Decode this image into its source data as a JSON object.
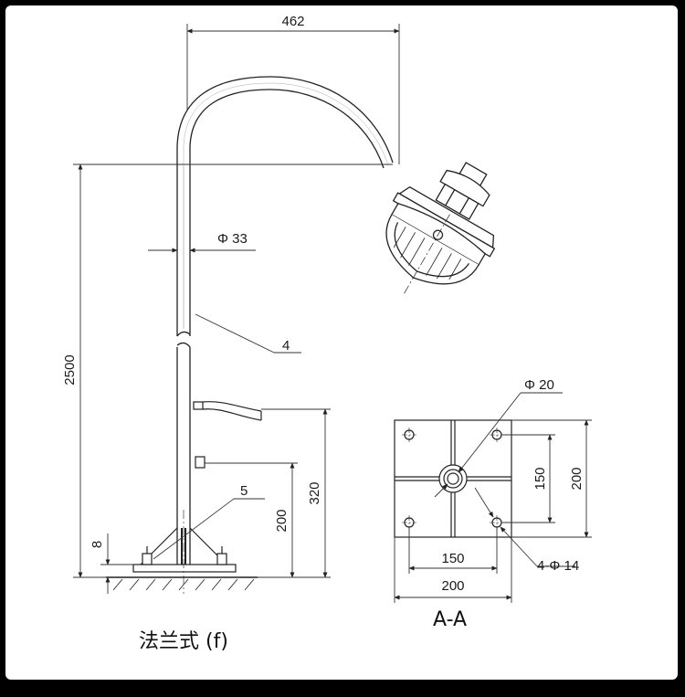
{
  "drawing": {
    "dimensions": {
      "arm_reach": "462",
      "pole_height": "2500",
      "pole_diameter": "Φ 33",
      "part_pole": "4",
      "part_base": "5",
      "base_plate_thickness": "8",
      "upper_cable_height": "320",
      "lower_inlet_height": "200"
    },
    "section_view": {
      "center_hole": "Φ 20",
      "hole_spacing_vertical": "150",
      "plate_height": "200",
      "hole_spacing_horizontal": "150",
      "plate_width": "200",
      "mount_holes": "4-Φ 14"
    },
    "caption_left": "法兰式 (f)",
    "caption_right": "A-A"
  }
}
